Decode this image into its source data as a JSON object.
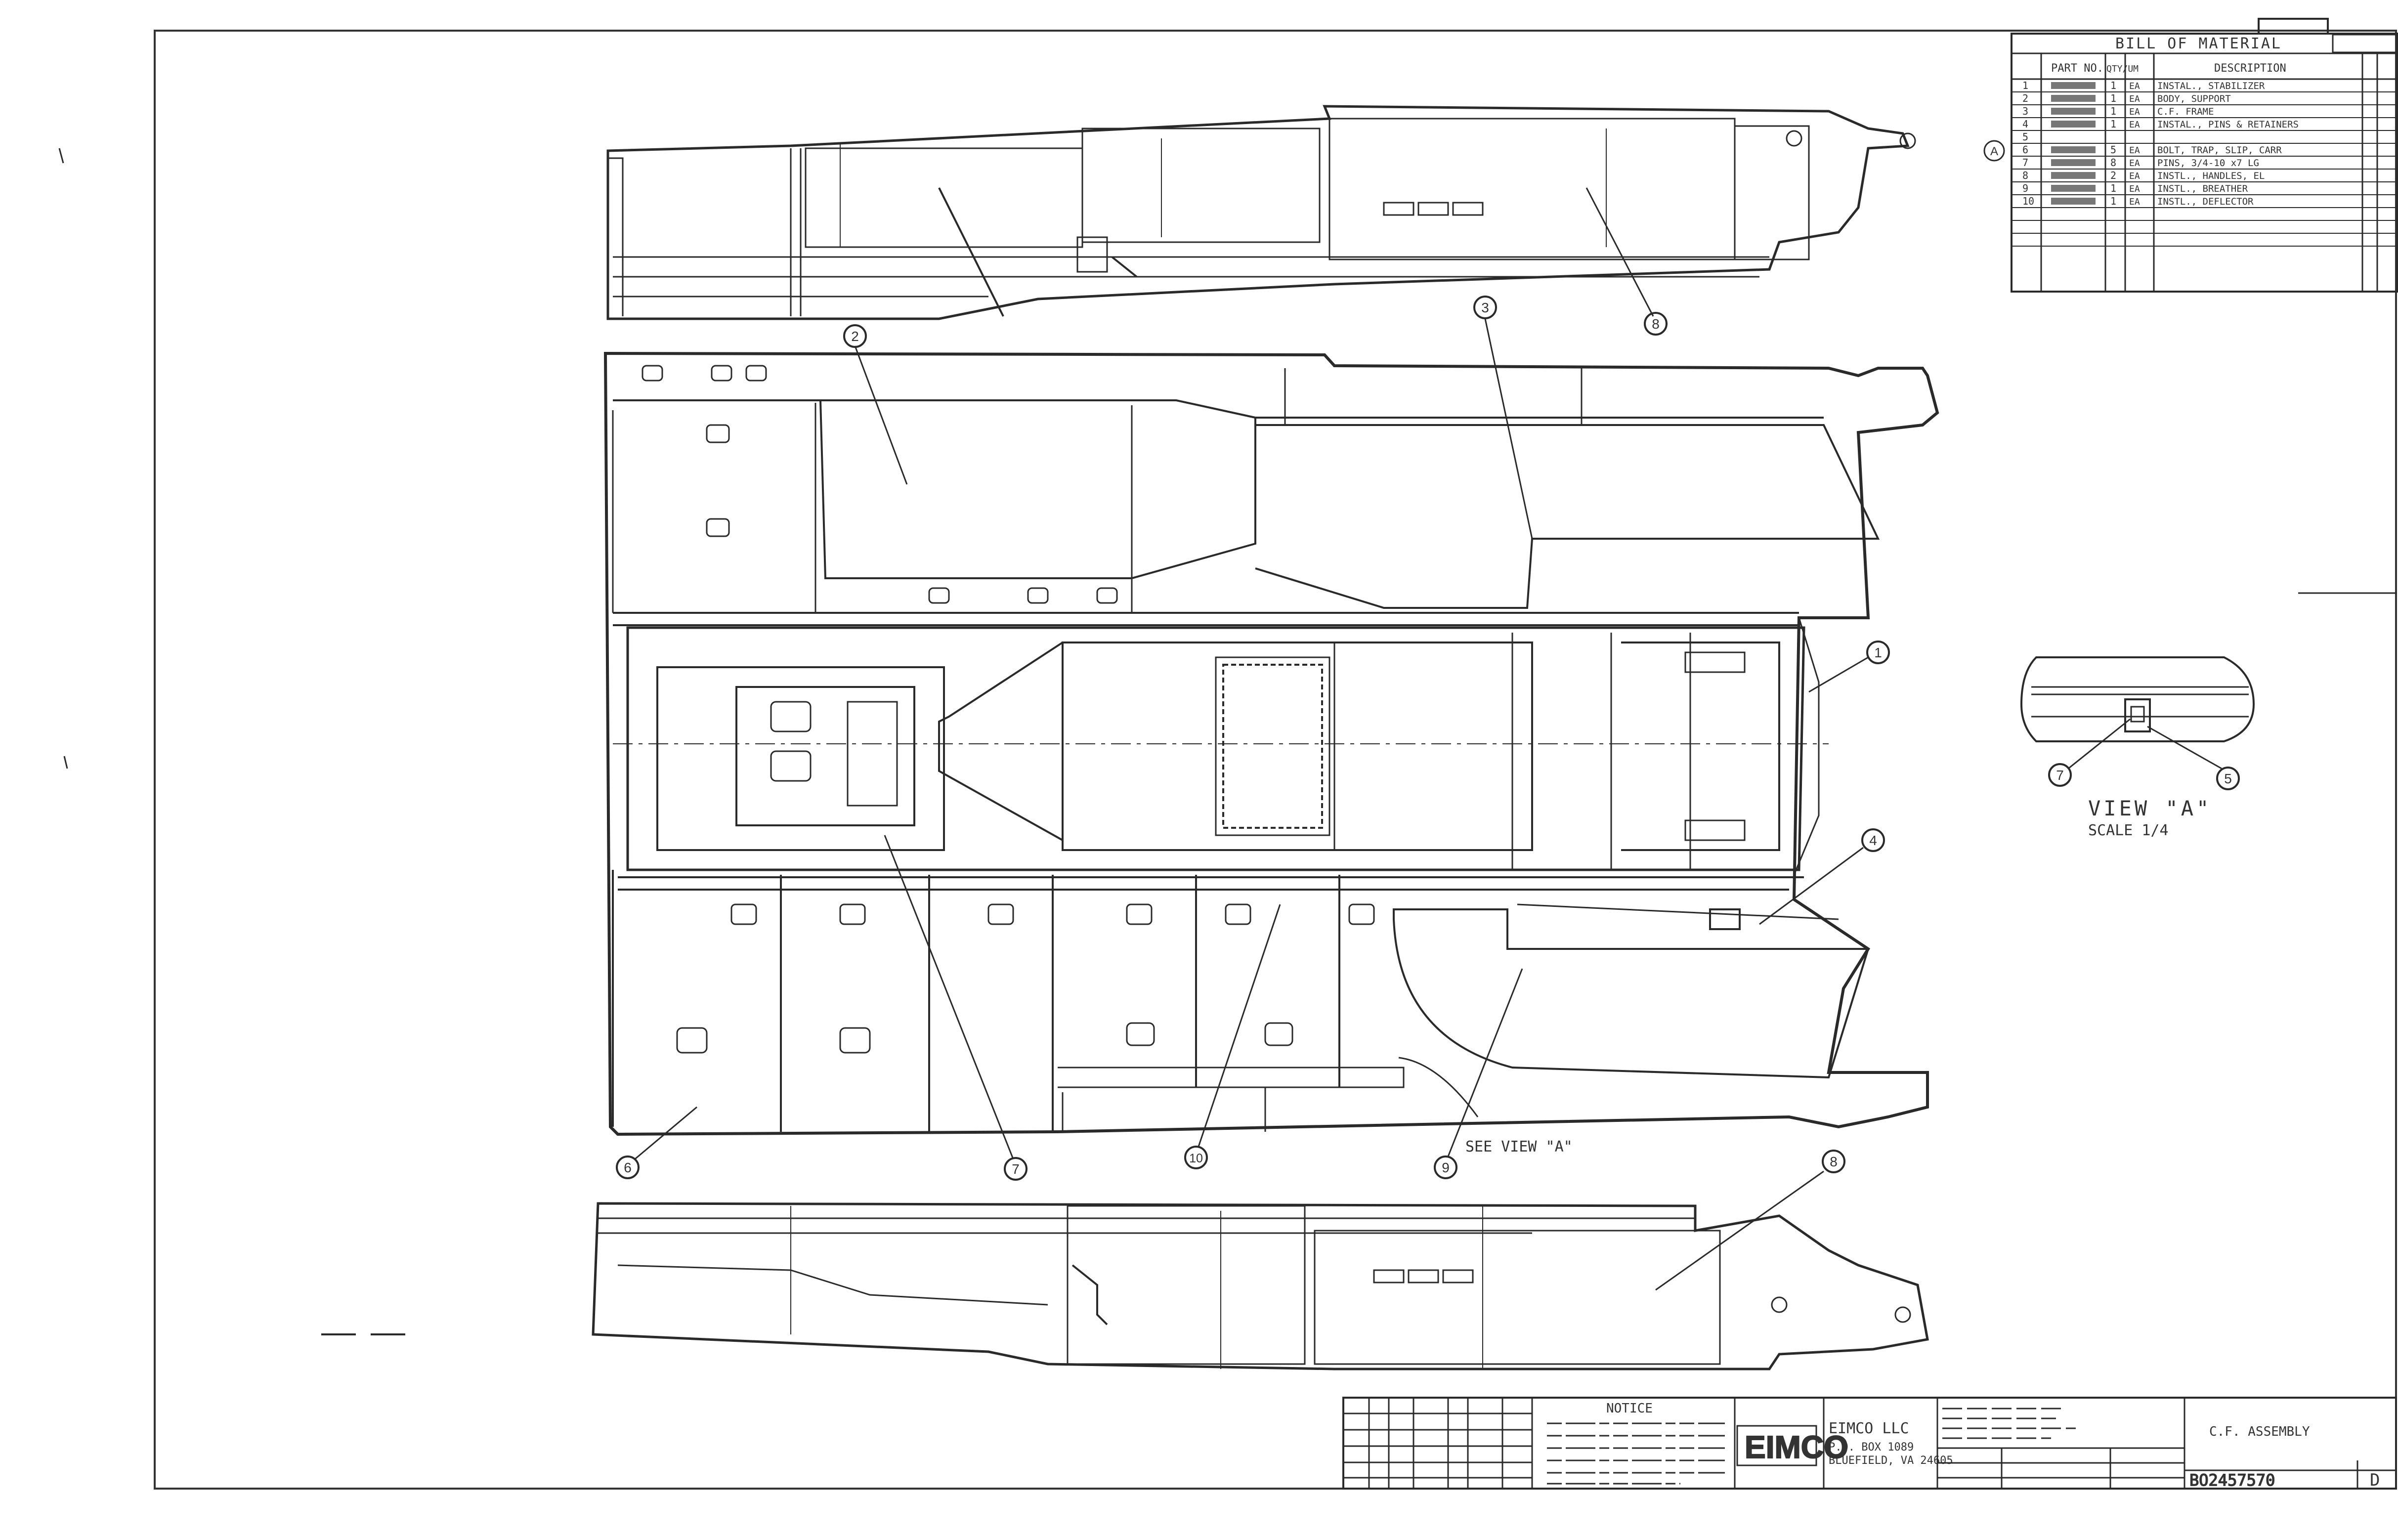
{
  "bill_of_material": {
    "title": "BILL OF MATERIAL",
    "headers": [
      "PART NO.",
      "QTY/UM",
      "DESCRIPTION"
    ],
    "rows": [
      {
        "item": "1",
        "qty": "1",
        "um": "EA",
        "desc": "INSTAL., STABILIZER"
      },
      {
        "item": "2",
        "qty": "1",
        "um": "EA",
        "desc": "BODY, SUPPORT"
      },
      {
        "item": "3",
        "qty": "1",
        "um": "EA",
        "desc": "C.F. FRAME"
      },
      {
        "item": "4",
        "qty": "1",
        "um": "EA",
        "desc": "INSTAL., PINS & RETAINERS"
      },
      {
        "item": "5",
        "qty": "",
        "um": "",
        "desc": ""
      },
      {
        "item": "6",
        "qty": "5",
        "um": "EA",
        "desc": "BOLT, TRAP, SLIP, CARR"
      },
      {
        "item": "7",
        "qty": "8",
        "um": "EA",
        "desc": "PINS, 3/4-10 x7 LG"
      },
      {
        "item": "8",
        "qty": "2",
        "um": "EA",
        "desc": "INSTL., HANDLES, EL"
      },
      {
        "item": "9",
        "qty": "1",
        "um": "EA",
        "desc": "INSTL., BREATHER"
      },
      {
        "item": "10",
        "qty": "1",
        "um": "EA",
        "desc": "INSTL., DEFLECTOR"
      }
    ]
  },
  "detail_view": {
    "title": "VIEW \"A\"",
    "scale": "SCALE 1/4",
    "balloon_left": "7",
    "balloon_right": "5"
  },
  "callouts": [
    {
      "id": "2",
      "label": "2"
    },
    {
      "id": "3",
      "label": "3"
    },
    {
      "id": "8",
      "label": "8"
    },
    {
      "id": "1",
      "label": "1"
    },
    {
      "id": "4",
      "label": "4"
    },
    {
      "id": "6",
      "label": "6"
    },
    {
      "id": "7",
      "label": "7"
    },
    {
      "id": "10",
      "label": "10"
    },
    {
      "id": "9",
      "label": "9"
    },
    {
      "id": "8b",
      "label": "8"
    }
  ],
  "section_ref": "SEE VIEW \"A\"",
  "revision_marker": "A",
  "title_block": {
    "notice_title": "NOTICE",
    "company_logo": "EIMCO",
    "company_name": "EIMCO LLC",
    "company_addr_1": "P.O. BOX 1089",
    "company_addr_2": "BLUEFIELD, VA 24605",
    "drawing_title": "C.F. ASSEMBLY",
    "drawing_number": "BO2457570",
    "sheet_rev": "D"
  }
}
